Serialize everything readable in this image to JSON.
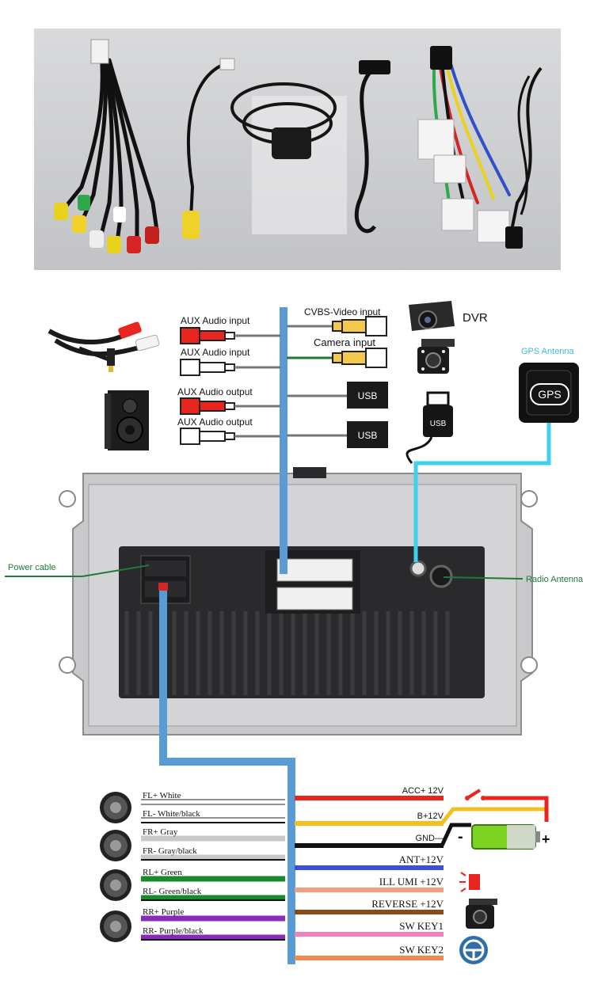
{
  "top": {
    "aux_in_1": "AUX Audio input",
    "aux_in_2": "AUX Audio input",
    "aux_out_1": "AUX Audio output",
    "aux_out_2": "AUX Audio output",
    "cvbs": "CVBS-Video input",
    "camera": "Camera   input",
    "usb_1": "USB",
    "usb_2": "USB",
    "usb_stick": "USB",
    "dvr": "DVR",
    "gps_title": "GPS Antenna",
    "gps_box": "GPS"
  },
  "unit": {
    "power_cable": "Power cable",
    "radio_antenna": "Radio Antenna"
  },
  "speakers": [
    {
      "label": "FL+ White",
      "color": "#ffffff"
    },
    {
      "label": "FL- White/black",
      "color": "#ffffff"
    },
    {
      "label": "FR+ Gray",
      "color": "#c8c8c8"
    },
    {
      "label": "FR- Gray/black",
      "color": "#c8c8c8"
    },
    {
      "label": "RL+ Green",
      "color": "#1a8a2e"
    },
    {
      "label": "RL- Green/black",
      "color": "#1a8a2e"
    },
    {
      "label": "RR+ Purple",
      "color": "#8a2bb8"
    },
    {
      "label": "RR- Purple/black",
      "color": "#8a2bb8"
    }
  ],
  "power_wires": [
    {
      "label": "ACC+  12V",
      "color": "#e8251f"
    },
    {
      "label": "B+12V",
      "color": "#f0c020"
    },
    {
      "label": "GND—",
      "color": "#111111"
    },
    {
      "label": "ANT+12V",
      "color": "#3b4fd8"
    },
    {
      "label": "ILL UMI  +12V",
      "color": "#f0a080"
    },
    {
      "label": "REVERSE +12V",
      "color": "#8a4a1a"
    },
    {
      "label": "SW KEY1",
      "color": "#f080c0"
    },
    {
      "label": "SW KEY2",
      "color": "#f08a50"
    }
  ],
  "battery": {
    "minus": "-",
    "plus": "+"
  },
  "colors": {
    "blue_bus": "#5b9bd5",
    "gps_cyan": "#3fd0f0",
    "red_plug": "#e8251f",
    "yellow_plug": "#f2c94c",
    "green_line": "#1f7a3a"
  }
}
